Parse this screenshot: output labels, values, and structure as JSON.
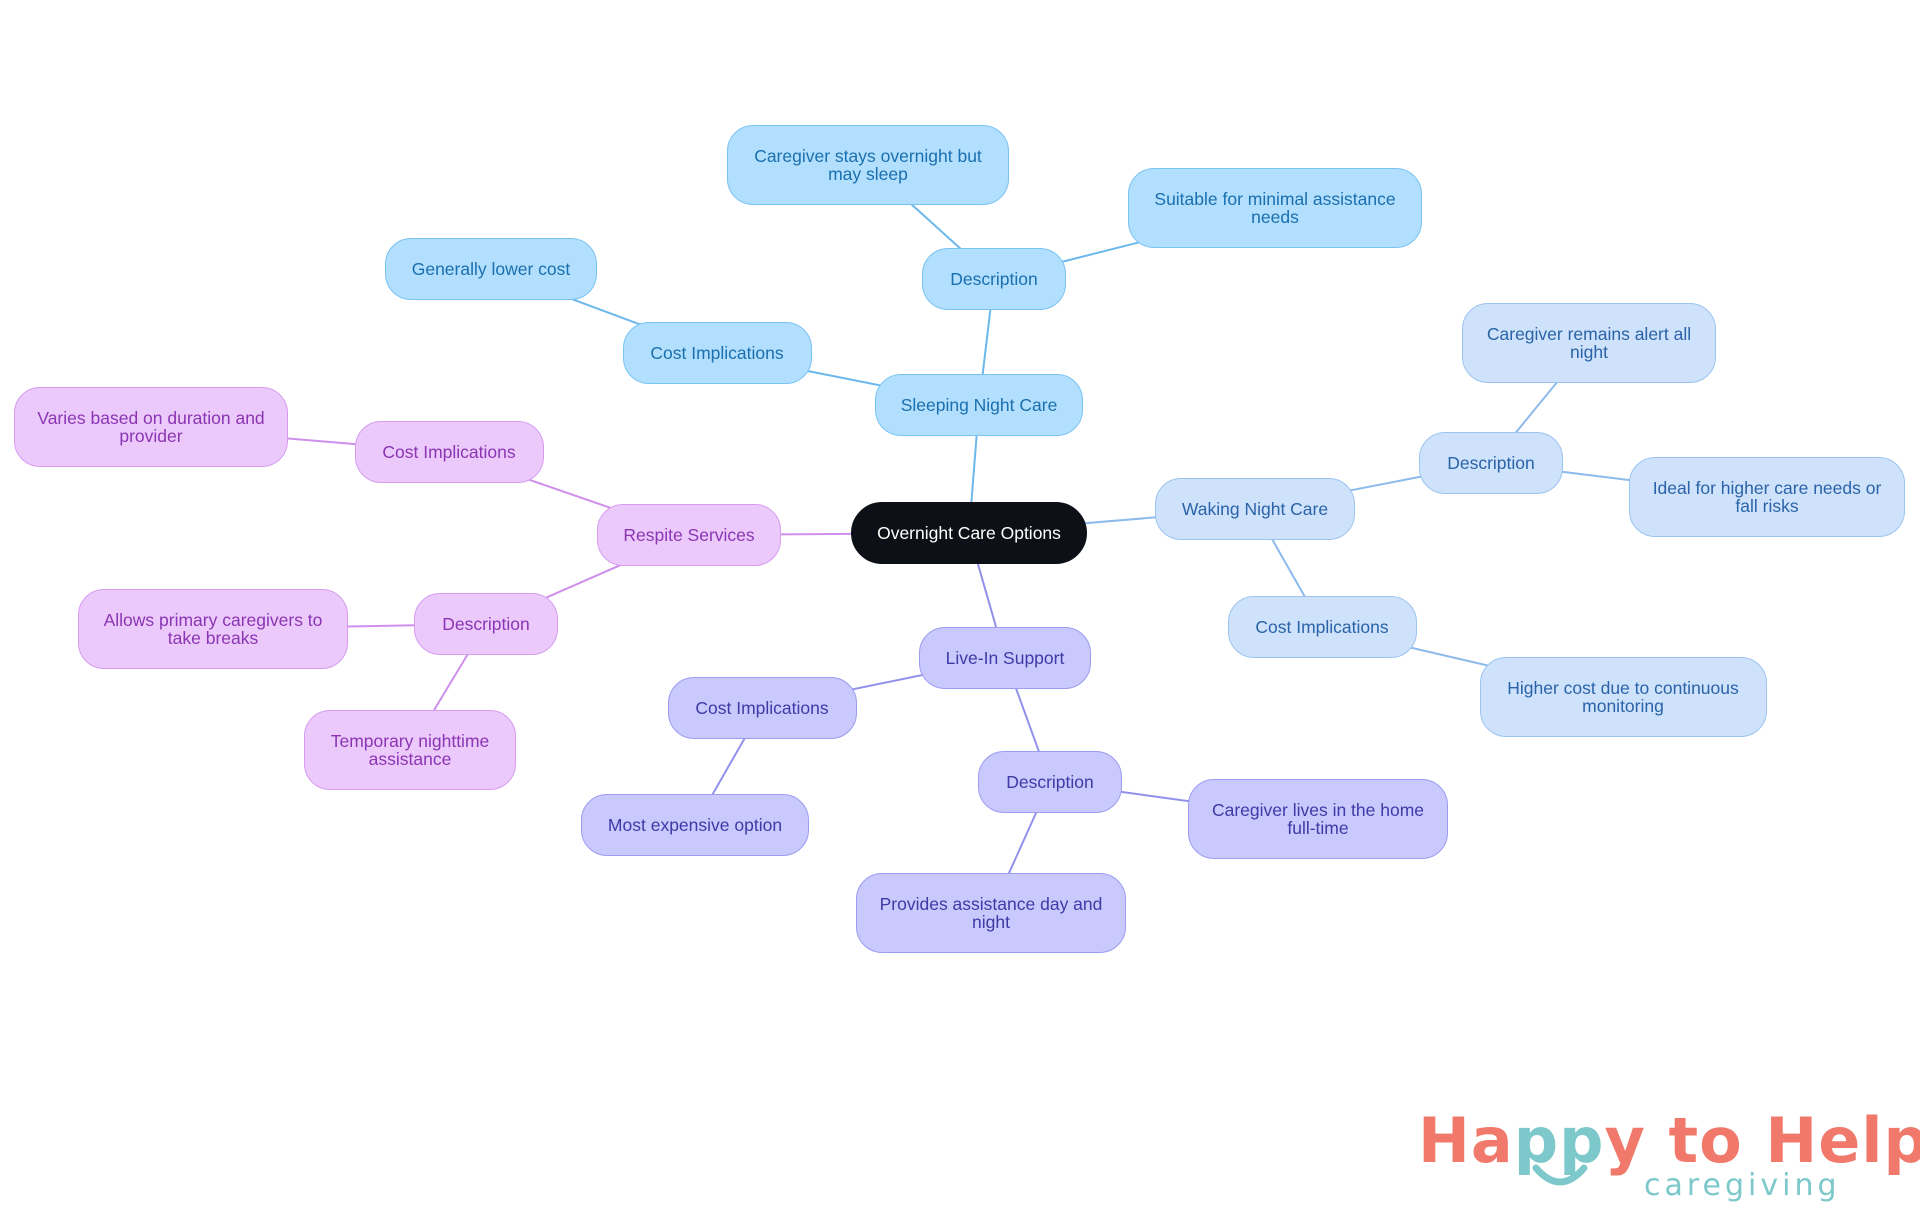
{
  "diagram": {
    "root": "Overnight Care Options",
    "nodes": [
      {
        "id": "root",
        "text": "Overnight Care Options",
        "style": "root"
      },
      {
        "id": "snc",
        "text": "Sleeping Night Care",
        "style": "sky"
      },
      {
        "id": "snc_desc",
        "text": "Description",
        "style": "sky"
      },
      {
        "id": "snc_d1",
        "text": "Caregiver stays overnight but may sleep",
        "style": "sky"
      },
      {
        "id": "snc_d2",
        "text": "Suitable for minimal assistance needs",
        "style": "sky"
      },
      {
        "id": "snc_cost",
        "text": "Cost Implications",
        "style": "sky"
      },
      {
        "id": "snc_c1",
        "text": "Generally lower cost",
        "style": "sky"
      },
      {
        "id": "wnc",
        "text": "Waking Night Care",
        "style": "pale"
      },
      {
        "id": "wnc_desc",
        "text": "Description",
        "style": "pale"
      },
      {
        "id": "wnc_d1",
        "text": "Caregiver remains alert all night",
        "style": "pale"
      },
      {
        "id": "wnc_d2",
        "text": "Ideal for higher care needs or fall risks",
        "style": "pale"
      },
      {
        "id": "wnc_cost",
        "text": "Cost Implications",
        "style": "pale"
      },
      {
        "id": "wnc_c1",
        "text": "Higher cost due to continuous monitoring",
        "style": "pale"
      },
      {
        "id": "lis",
        "text": "Live-In Support",
        "style": "lav"
      },
      {
        "id": "lis_cost",
        "text": "Cost Implications",
        "style": "lav"
      },
      {
        "id": "lis_c1",
        "text": "Most expensive option",
        "style": "lav"
      },
      {
        "id": "lis_desc",
        "text": "Description",
        "style": "lav"
      },
      {
        "id": "lis_d1",
        "text": "Caregiver lives in the home full-time",
        "style": "lav"
      },
      {
        "id": "lis_d2",
        "text": "Provides assistance day and night",
        "style": "lav"
      },
      {
        "id": "rs",
        "text": "Respite Services",
        "style": "pink"
      },
      {
        "id": "rs_cost",
        "text": "Cost Implications",
        "style": "pink"
      },
      {
        "id": "rs_c1",
        "text": "Varies based on duration and provider",
        "style": "pink"
      },
      {
        "id": "rs_desc",
        "text": "Description",
        "style": "pink"
      },
      {
        "id": "rs_d1",
        "text": "Allows primary caregivers to take breaks",
        "style": "pink"
      },
      {
        "id": "rs_d2",
        "text": "Temporary nighttime assistance",
        "style": "pink"
      }
    ],
    "edges": [
      {
        "from": "root",
        "to": "snc",
        "color": "#6cb8ec"
      },
      {
        "from": "snc",
        "to": "snc_desc",
        "color": "#6cb8ec"
      },
      {
        "from": "snc_desc",
        "to": "snc_d1",
        "color": "#6cb8ec"
      },
      {
        "from": "snc_desc",
        "to": "snc_d2",
        "color": "#6cb8ec"
      },
      {
        "from": "snc",
        "to": "snc_cost",
        "color": "#6cb8ec"
      },
      {
        "from": "snc_cost",
        "to": "snc_c1",
        "color": "#6cb8ec"
      },
      {
        "from": "root",
        "to": "wnc",
        "color": "#8dbbec"
      },
      {
        "from": "wnc",
        "to": "wnc_desc",
        "color": "#8dbbec"
      },
      {
        "from": "wnc_desc",
        "to": "wnc_d1",
        "color": "#8dbbec"
      },
      {
        "from": "wnc_desc",
        "to": "wnc_d2",
        "color": "#8dbbec"
      },
      {
        "from": "wnc",
        "to": "wnc_cost",
        "color": "#8dbbec"
      },
      {
        "from": "wnc_cost",
        "to": "wnc_c1",
        "color": "#8dbbec"
      },
      {
        "from": "root",
        "to": "lis",
        "color": "#9191ec"
      },
      {
        "from": "lis",
        "to": "lis_cost",
        "color": "#9191ec"
      },
      {
        "from": "lis_cost",
        "to": "lis_c1",
        "color": "#9191ec"
      },
      {
        "from": "lis",
        "to": "lis_desc",
        "color": "#9191ec"
      },
      {
        "from": "lis_desc",
        "to": "lis_d1",
        "color": "#9191ec"
      },
      {
        "from": "lis_desc",
        "to": "lis_d2",
        "color": "#9191ec"
      },
      {
        "from": "root",
        "to": "rs",
        "color": "#cf8fec"
      },
      {
        "from": "rs",
        "to": "rs_cost",
        "color": "#cf8fec"
      },
      {
        "from": "rs_cost",
        "to": "rs_c1",
        "color": "#cf8fec"
      },
      {
        "from": "rs",
        "to": "rs_desc",
        "color": "#cf8fec"
      },
      {
        "from": "rs_desc",
        "to": "rs_d1",
        "color": "#cf8fec"
      },
      {
        "from": "rs_desc",
        "to": "rs_d2",
        "color": "#cf8fec"
      }
    ]
  },
  "logo": {
    "title_part1": "Ha",
    "title_part2": "pp",
    "title_part3": "y to Help",
    "subtitle": "caregiving",
    "colors": {
      "coral": "#f0796b",
      "teal": "#7cc8cb"
    }
  }
}
